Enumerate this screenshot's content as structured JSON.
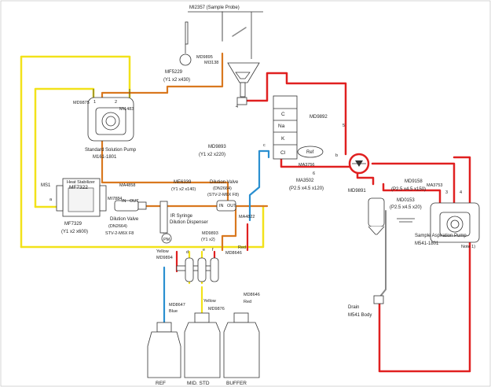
{
  "colors": {
    "yellow": "#f2e21a",
    "red": "#e02020",
    "orange": "#d9781f",
    "blue": "#2a8fd0",
    "gray": "#888888",
    "dark": "#333333"
  },
  "labels": {
    "sample_probe": "MI2357 (Sample Probe)",
    "probe_pump_part": "MF5229",
    "probe_pump_size": "(Y1 x2 x430)",
    "probe_tube_a": "MD9895",
    "probe_tube_b": "MI3138",
    "std_tube_1": "MD9875",
    "std_tube_2": "MI1483",
    "num_1": "1",
    "num_2": "2",
    "num_3": "3",
    "num_4": "4",
    "num_5": "5",
    "num_6": "6",
    "std_pump_name": "Standard Solution Pump",
    "std_pump_part": "M161-1801",
    "cell_c": "C",
    "cell_na": "Na",
    "cell_k": "K",
    "cell_cl": "Cl",
    "cell_part": "MD9892",
    "ref_label": "Ref",
    "ma3756": "MA3756",
    "tube_c": "c",
    "tube_b": "b",
    "cell_tube_part": "MA3502",
    "cell_tube_size": "(P2.5 x4.5 x120)",
    "mid_tube_part": "MD9893",
    "mid_tube_size": "(Y1 x2 x220)",
    "heat_stab": "Heat Stabilizer",
    "heat_stab_part": "MF7322",
    "heat_bottom_part": "MF7329",
    "heat_bottom_size": "(Y1 x2 x600)",
    "ms1": "MS1",
    "ma_small": "MA4858",
    "ma_small2": "MI7884",
    "in_1": "IN",
    "out_1": "OUT",
    "dil_valve_name": "Dilution Valve",
    "dil_valve_part": "(DN2664)",
    "dil_valve_sub": "STV-2-M6X F8",
    "me6339": "ME6339",
    "me6339_size": "(Y1 x2 x140)",
    "dv2_name": "Dilution Valve",
    "dv2_part": "(DN2664)",
    "dv2_sub": "(STV-2-M6X F8)",
    "ir_syringe": "IR Syringe",
    "dil_dispenser": "Dilution Dispenser",
    "in_2": "IN",
    "out_2": "OUT",
    "ma4822": "MA4822",
    "pm": "PM",
    "md9893b": "MD9893",
    "md9893b_size": "(Y1 x2)",
    "md8646": "MD8646",
    "yellow_lbl": "Yellow",
    "md9894": "MD9894",
    "red_lbl": "Red",
    "md8647": "MD8647",
    "blue_lbl": "Blue",
    "yellow_lbl2": "Yellow",
    "md9876": "MD9876",
    "md8646b": "MD8646",
    "red_lbl2": "Red",
    "md9891": "MD9891",
    "md9158": "MD9158",
    "md9158_size": "(P2.5 x4.5 x150)",
    "ma3753": "MA3753",
    "md0153": "MD0153",
    "md0153_size": "(P2.5 x4.5 x20)",
    "aspiration_name": "Sample Aspiration Pump",
    "aspiration_part": "M541-1801",
    "note": "Note 1)",
    "drain": "Drain",
    "m541_body": "M541 Body",
    "bottle_ref": "REF",
    "bottle_mid": "MID. STD",
    "bottle_buffer": "BUFFER",
    "letter_a": "a",
    "letter_d": "d",
    "letter_e": "e",
    "letter_f": "f",
    "letter_4": "4"
  }
}
